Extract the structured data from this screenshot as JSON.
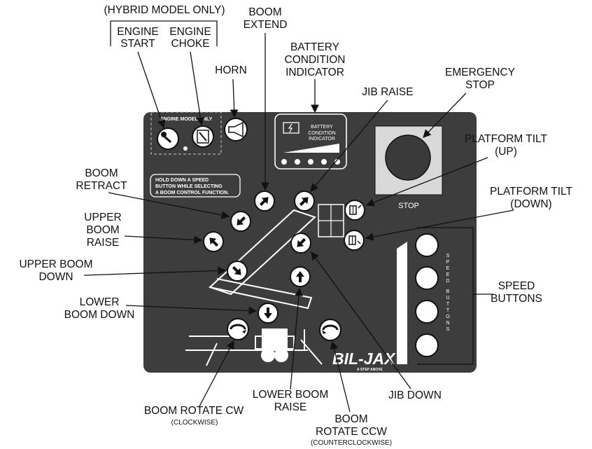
{
  "panel": {
    "engine_model_label": "ENGINE MODEL ONLY",
    "battery_label_line1": "BATTERY",
    "battery_label_line2": "CONDITION",
    "battery_label_line3": "INDICATOR",
    "instruction_line1": "HOLD DOWN A SPEED",
    "instruction_line2": "BUTTON WHILE SELECTING",
    "instruction_line3": "A BOOM CONTROL FUNCTION.",
    "stop_label": "STOP",
    "speed_vertical_1": "SPEED",
    "speed_vertical_2": "BUTTONS",
    "brand_logo": "BIL-JAX",
    "brand_tagline": "A STEP ABOVE"
  },
  "callouts": {
    "hybrid_model_only": "(HYBRID MODEL ONLY)",
    "engine_start_1": "ENGINE",
    "engine_start_2": "START",
    "engine_choke_1": "ENGINE",
    "engine_choke_2": "CHOKE",
    "horn": "HORN",
    "boom_extend_1": "BOOM",
    "boom_extend_2": "EXTEND",
    "battery_1": "BATTERY",
    "battery_2": "CONDITION",
    "battery_3": "INDICATOR",
    "emergency_stop_1": "EMERGENCY",
    "emergency_stop_2": "STOP",
    "jib_raise": "JIB RAISE",
    "platform_tilt_up_1": "PLATFORM TILT",
    "platform_tilt_up_2": "(UP)",
    "platform_tilt_down_1": "PLATFORM TILT",
    "platform_tilt_down_2": "(DOWN)",
    "boom_retract_1": "BOOM",
    "boom_retract_2": "RETRACT",
    "upper_boom_raise_1": "UPPER",
    "upper_boom_raise_2": "BOOM",
    "upper_boom_raise_3": "RAISE",
    "upper_boom_down_1": "UPPER BOOM",
    "upper_boom_down_2": "DOWN",
    "lower_boom_down_1": "LOWER",
    "lower_boom_down_2": "BOOM DOWN",
    "speed_buttons_1": "SPEED",
    "speed_buttons_2": "BUTTONS",
    "boom_rotate_cw": "BOOM ROTATE CW",
    "boom_rotate_cw_sub": "(CLOCKWISE)",
    "lower_boom_raise_1": "LOWER BOOM",
    "lower_boom_raise_2": "RAISE",
    "boom_rotate_ccw_1": "BOOM",
    "boom_rotate_ccw_2": "ROTATE CCW",
    "boom_rotate_ccw_sub": "(COUNTERCLOCKWISE)",
    "jib_down": "JIB DOWN"
  },
  "icons": [
    "key-icon",
    "choke-icon",
    "horn-icon",
    "battery-icon",
    "arrow-icon",
    "platform-tilt-icon",
    "rotate-icon",
    "rabbit-icon",
    "turtle-icon"
  ],
  "colors": {
    "panel": "#3d3d3d",
    "stop_button": "#3a3a3a",
    "stop_plate": "#d9d9d9"
  }
}
